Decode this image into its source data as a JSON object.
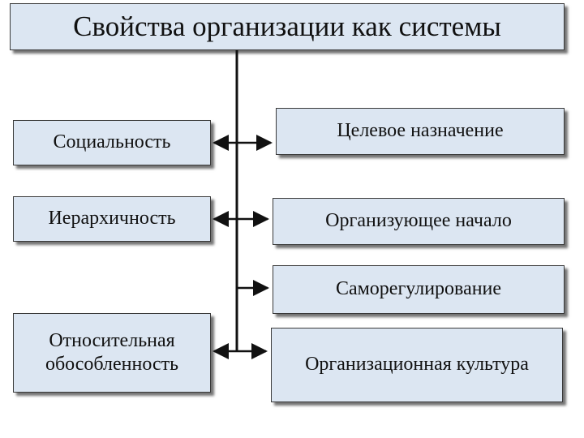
{
  "title": "Свойства организации как системы",
  "left_items": [
    "Социальность",
    "Иерархичность",
    "Относительная обособленность"
  ],
  "right_items": [
    "Целевое назначение",
    "Организующее начало",
    "Саморегулирование",
    "Организационная культура"
  ]
}
